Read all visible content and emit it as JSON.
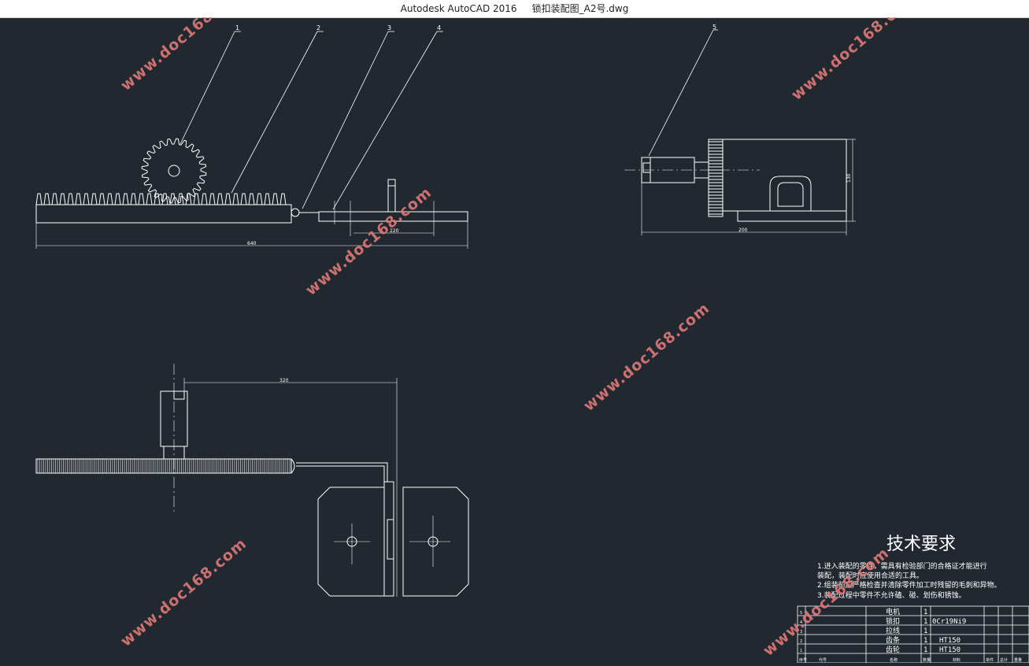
{
  "window": {
    "title": "Autodesk AutoCAD 2016     锁扣装配图_A2号.dwg"
  },
  "drawing": {
    "balloons": [
      "1",
      "2",
      "3",
      "4",
      "5"
    ],
    "dimensions": {
      "front_overall": "640",
      "front_slot": "220",
      "side_width": "200",
      "side_height": "130",
      "top_offset": "320"
    },
    "tech_requirements": {
      "heading": "技术要求",
      "items": [
        "1.进入装配的零件，需具有检验部门的合格证才能进行",
        "   装配，装配时应使用合适的工具。",
        "2.组装前应严格检查并清除零件加工时残留的毛刺和异物。",
        "3.装配过程中零件不允许磕、碰、划伤和锈蚀。"
      ]
    },
    "bom": {
      "rows": [
        {
          "no": "5",
          "name": "电机",
          "qty": "1",
          "material": ""
        },
        {
          "no": "4",
          "name": "锁扣",
          "qty": "1",
          "material": "0Cr19Ni9"
        },
        {
          "no": "3",
          "name": "拉线",
          "qty": "1",
          "material": ""
        },
        {
          "no": "2",
          "name": "齿条",
          "qty": "1",
          "material": "HT150"
        },
        {
          "no": "1",
          "name": "齿轮",
          "qty": "1",
          "material": "HT150"
        }
      ],
      "header": [
        "序号",
        "代号",
        "名称",
        "数量",
        "材料",
        "单件",
        "总计",
        "重量"
      ]
    }
  },
  "watermark": "www.doc168.com"
}
